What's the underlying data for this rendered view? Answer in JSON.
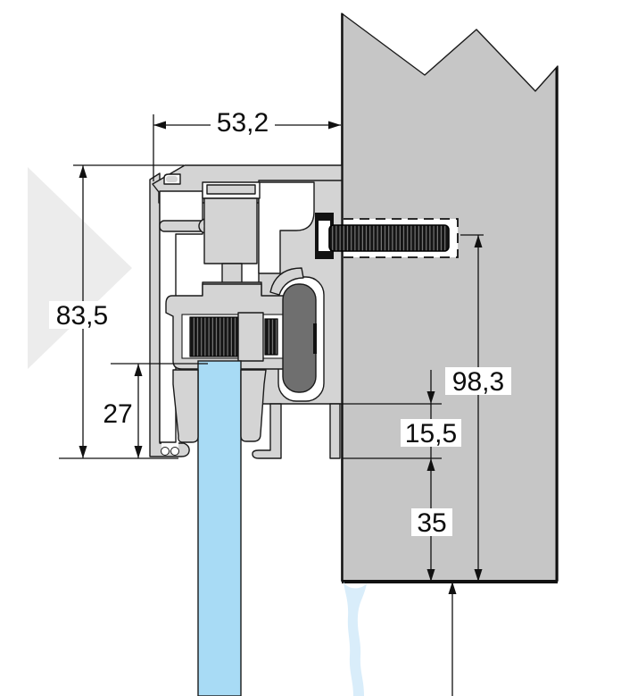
{
  "dims": {
    "track_width": "53,2",
    "track_height": "83,5",
    "glass_depth": "27",
    "anchor_height": "98,3",
    "channel_depth": "15,5",
    "bottom_gap": "35"
  },
  "colors": {
    "wall": "#c6c6c6",
    "profile": "#d4d4d4",
    "buffer": "#6f6f6f",
    "glass": "#a8dbf5",
    "watermark": "#ececec",
    "drip": "#d9edfa",
    "line": "#111111",
    "bolt": "#141414"
  }
}
